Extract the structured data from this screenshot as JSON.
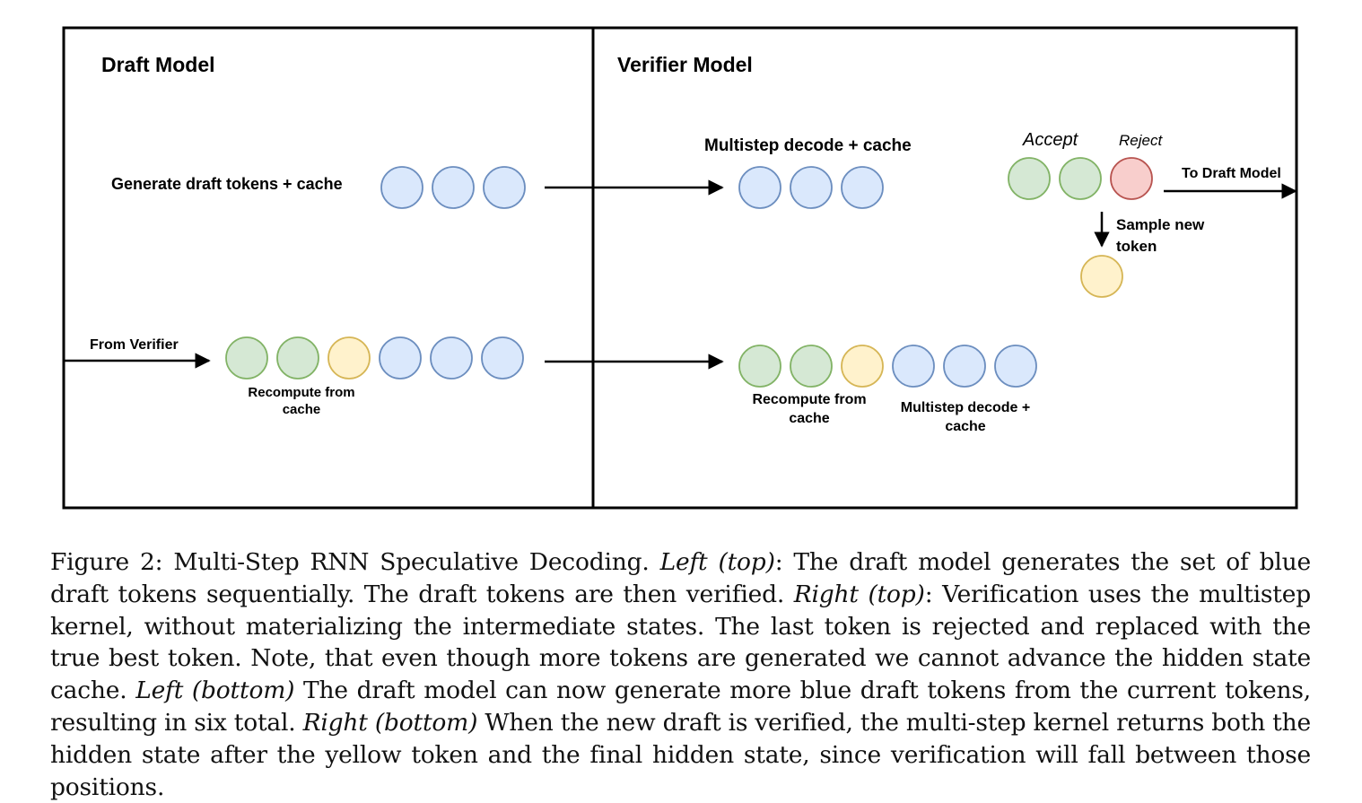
{
  "diagram": {
    "panels": {
      "draft_title": "Draft Model",
      "verifier_title": "Verifier Model"
    },
    "labels": {
      "generate_draft": "Generate draft tokens + cache",
      "from_verifier": "From Verifier",
      "recompute_left_1": "Recompute from",
      "recompute_left_2": "cache",
      "multistep_top": "Multistep decode + cache",
      "accept": "Accept",
      "reject": "Reject",
      "to_draft": "To Draft Model",
      "sample_1": "Sample new",
      "sample_2": "token",
      "recompute_right_1": "Recompute from",
      "recompute_right_2": "cache",
      "multistep_bottom_1": "Multistep decode +",
      "multistep_bottom_2": "cache"
    },
    "token_colors": {
      "blue": "#dae8fc",
      "blue_stroke": "#6c8ebf",
      "green": "#d5e8d4",
      "green_stroke": "#82b366",
      "yellow": "#fff2cc",
      "yellow_stroke": "#d6b656",
      "red": "#f8cecc",
      "red_stroke": "#b85450"
    },
    "token_rows": {
      "draft_top": [
        "blue",
        "blue",
        "blue"
      ],
      "verifier_top": [
        "blue",
        "blue",
        "blue"
      ],
      "verdict": [
        "green",
        "green",
        "red"
      ],
      "sampled": [
        "yellow"
      ],
      "draft_bottom": [
        "green",
        "green",
        "yellow",
        "blue",
        "blue",
        "blue"
      ],
      "verifier_bottom": [
        "green",
        "green",
        "yellow",
        "blue",
        "blue",
        "blue"
      ]
    }
  },
  "caption": {
    "p1": "Figure 2: Multi-Step RNN Speculative Decoding. ",
    "i1": "Left (top)",
    "p2": ": The draft model generates the set of blue draft tokens sequentially. The draft tokens are then verified. ",
    "i2": "Right (top)",
    "p3": ": Verification uses the multistep kernel, without materializing the intermediate states. The last token is rejected and replaced with the true best token. Note, that even though more tokens are generated we cannot advance the hidden state cache. ",
    "i3": "Left (bottom)",
    "p4": " The draft model can now generate more blue draft tokens from the current tokens, resulting in six total. ",
    "i4": "Right (bottom)",
    "p5": " When the new draft is verified, the multi-step kernel returns both the hidden state after the yellow token and the final hidden state, since verification will fall between those positions."
  }
}
